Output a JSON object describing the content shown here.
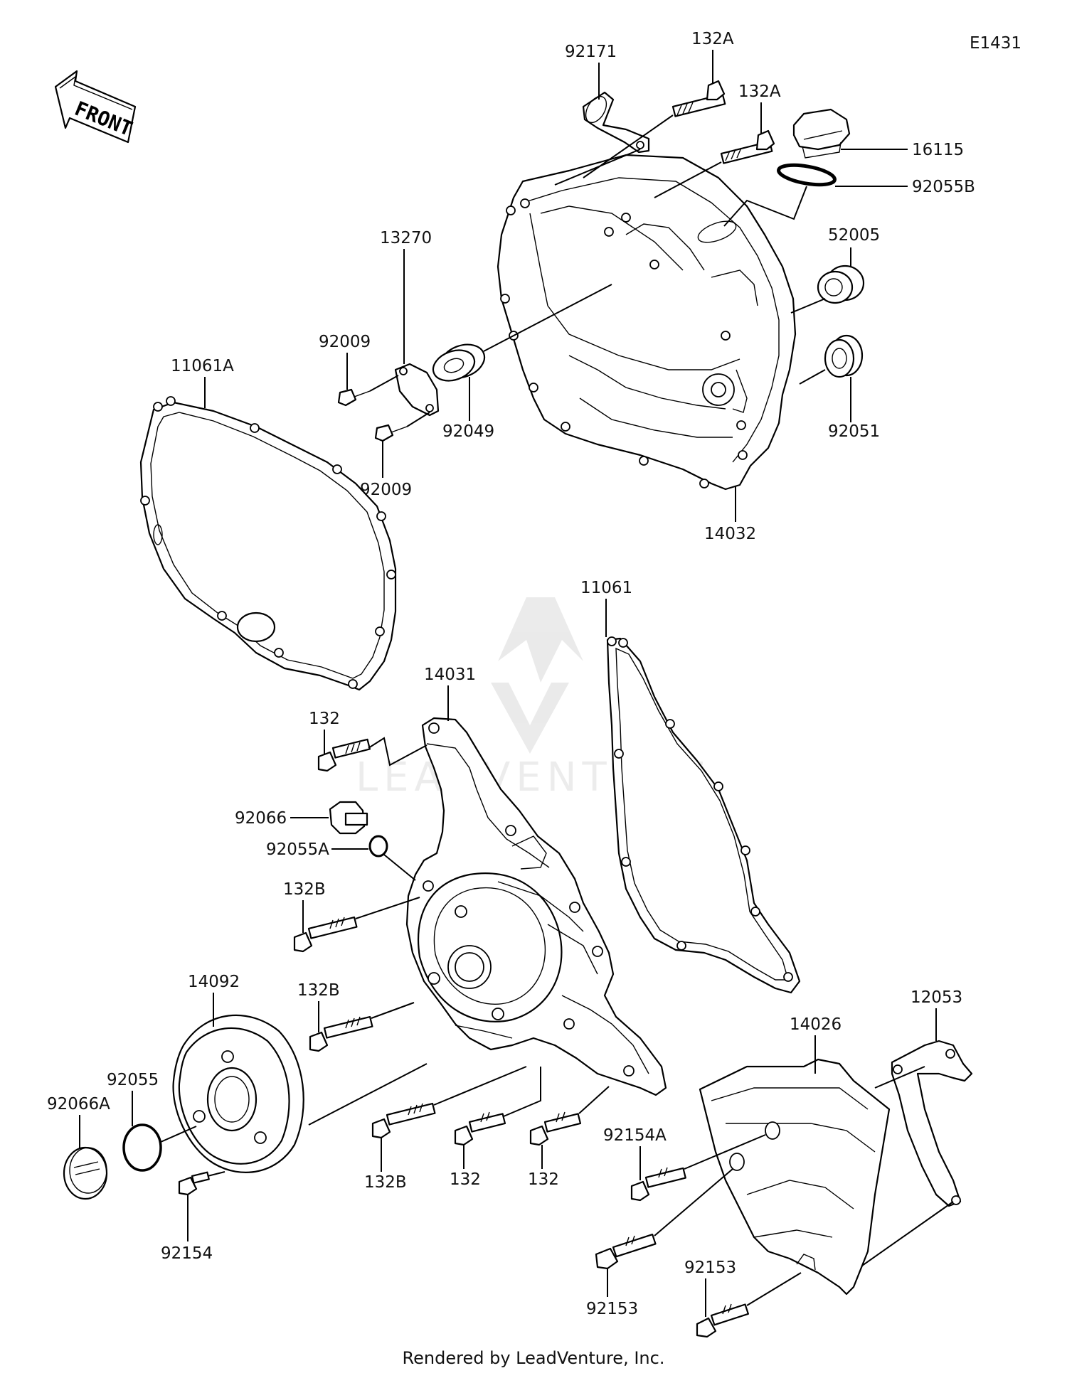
{
  "diagram": {
    "code": "E1431",
    "front_label": "FRONT",
    "watermark": "LEADVENTURE",
    "footer": "Rendered by LeadVenture, Inc."
  },
  "labels": {
    "p92171": "92171",
    "p132A_1": "132A",
    "p132A_2": "132A",
    "p16115": "16115",
    "p92055B": "92055B",
    "p52005": "52005",
    "p13270": "13270",
    "p92009_1": "92009",
    "p92009_2": "92009",
    "p92049": "92049",
    "p11061A": "11061A",
    "p92051": "92051",
    "p14032": "14032",
    "p11061": "11061",
    "p14031": "14031",
    "p132_1": "132",
    "p92066": "92066",
    "p92055A": "92055A",
    "p132B_1": "132B",
    "p132B_2": "132B",
    "p14092": "14092",
    "p92055": "92055",
    "p92066A": "92066A",
    "p92154": "92154",
    "p132B_3": "132B",
    "p132_2": "132",
    "p132_3": "132",
    "p12053": "12053",
    "p14026": "14026",
    "p92154A": "92154A",
    "p92153_1": "92153",
    "p92153_2": "92153"
  }
}
